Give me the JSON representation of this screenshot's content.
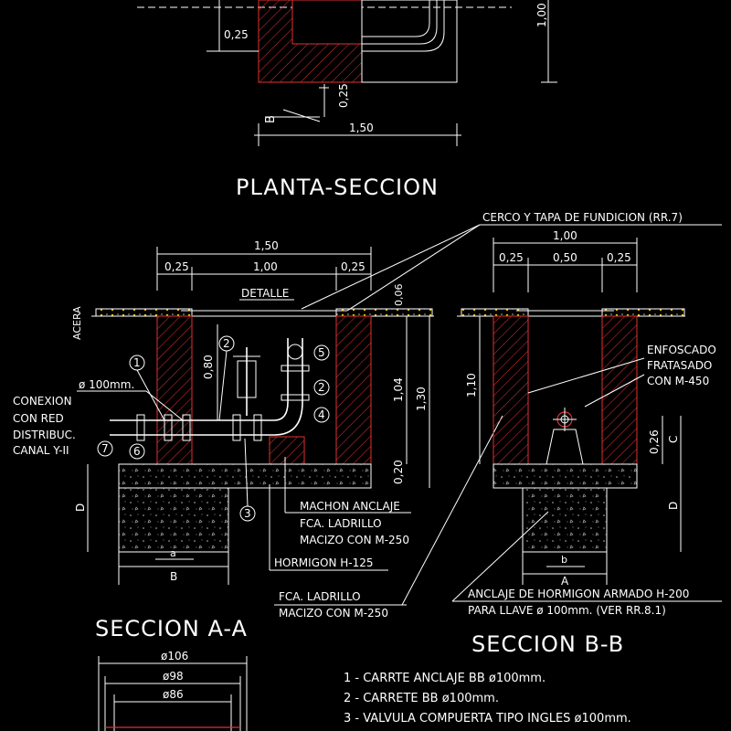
{
  "plan": {
    "dim_025_a": "0,25",
    "dim_025_b": "0,25",
    "dim_150": "1,50",
    "dim_100": "1,00",
    "cut_b": "B",
    "title": "PLANTA-SECCION"
  },
  "callout_top": "CERCO Y TAPA DE FUNDICION (RR.7)",
  "section_aa": {
    "title": "SECCION A-A",
    "dim_150": "1,50",
    "dim_025_l": "0,25",
    "dim_100": "1,00",
    "dim_025_r": "0,25",
    "detalle": "DETALLE",
    "dim_006": "0,06",
    "acera": "ACERA",
    "dim_080": "0,80",
    "dim_104": "1,04",
    "dim_130": "1,30",
    "dim_020": "0,20",
    "pipe_label": "ø 100mm.",
    "conexion": [
      "CONEXION",
      "CON RED",
      "DISTRIBUC.",
      "CANAL Y-II"
    ],
    "machon": [
      "MACHON ANCLAJE",
      "FCA. LADRILLO",
      "MACIZO CON M-250"
    ],
    "hormigon": "HORMIGON H-125",
    "ladrillo": [
      "FCA. LADRILLO",
      "MACIZO CON M-250"
    ],
    "dim_D": "D",
    "dim_a": "a",
    "dim_B": "B",
    "markers": [
      "1",
      "2",
      "2",
      "3",
      "4",
      "5",
      "6",
      "7"
    ]
  },
  "section_bb": {
    "title": "SECCION B-B",
    "dim_100": "1,00",
    "dim_025_l": "0,25",
    "dim_050": "0,50",
    "dim_025_r": "0,25",
    "dim_110": "1,10",
    "dim_026": "0,26",
    "dim_C": "C",
    "dim_D": "D",
    "dim_b": "b",
    "dim_A": "A",
    "enfoscado": [
      "ENFOSCADO",
      "FRATASADO",
      "CON M-450"
    ],
    "anclaje": [
      "ANCLAJE DE HORMIGON ARMADO H-200",
      "PARA LLAVE ø 100mm. (VER RR.8.1)"
    ]
  },
  "detail": {
    "d106": "ø106",
    "d98": "ø98",
    "d86": "ø86"
  },
  "legend": [
    "1 - CARRTE ANCLAJE BB ø100mm.",
    "2 - CARRETE BB ø100mm.",
    "3 - VALVULA COMPUERTA TIPO INGLES ø100mm."
  ],
  "colors": {
    "background": "#000000",
    "lines": "#ffffff",
    "brick": "#e03030"
  }
}
